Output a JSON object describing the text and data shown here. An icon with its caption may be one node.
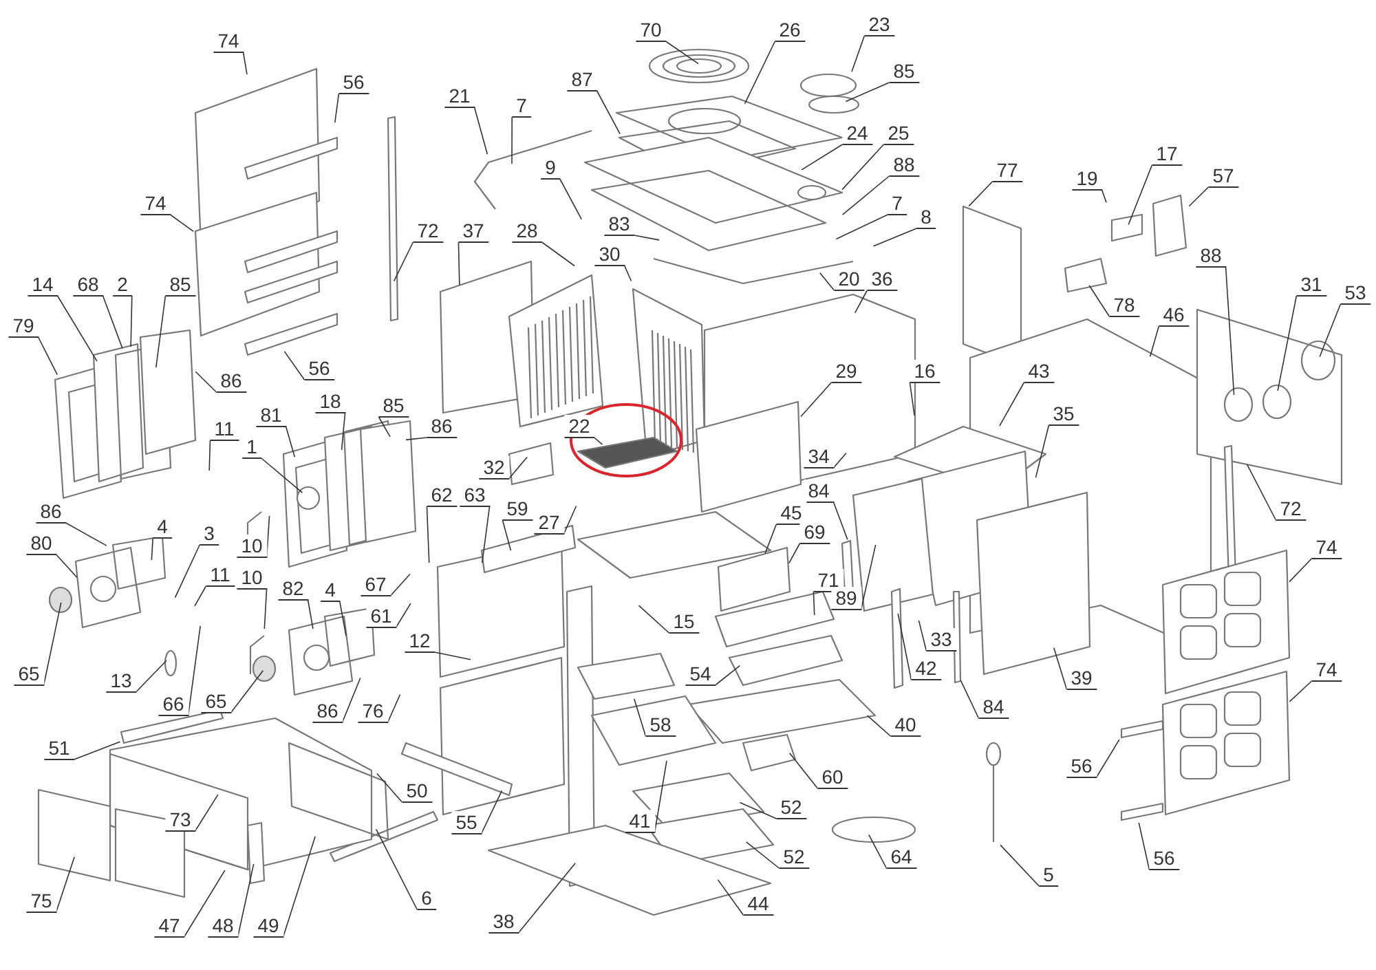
{
  "diagram": {
    "nodes": [
      {
        "text": [
          "23"
        ]
      },
      {
        "text": [
          "70"
        ]
      },
      {
        "text": [
          "26"
        ]
      },
      {
        "text": [
          "74"
        ]
      },
      {
        "text": [
          "85"
        ]
      },
      {
        "text": [
          "87"
        ]
      },
      {
        "text": [
          "56"
        ]
      },
      {
        "text": [
          "21"
        ]
      },
      {
        "text": [
          "7"
        ]
      },
      {
        "text": [
          "24"
        ]
      },
      {
        "text": [
          "25"
        ]
      },
      {
        "text": [
          "77"
        ]
      },
      {
        "text": [
          "88"
        ]
      },
      {
        "text": [
          "9"
        ]
      },
      {
        "text": [
          "19"
        ]
      },
      {
        "text": [
          "17"
        ]
      },
      {
        "text": [
          "57"
        ]
      },
      {
        "text": [
          "74"
        ]
      },
      {
        "text": [
          "7"
        ]
      },
      {
        "text": [
          "8"
        ]
      },
      {
        "text": [
          "83"
        ]
      },
      {
        "text": [
          "72"
        ]
      },
      {
        "text": [
          "37"
        ]
      },
      {
        "text": [
          "28"
        ]
      },
      {
        "text": [
          "30"
        ]
      },
      {
        "text": [
          "88"
        ]
      },
      {
        "text": [
          "20"
        ]
      },
      {
        "text": [
          "36"
        ]
      },
      {
        "text": [
          "31"
        ]
      },
      {
        "text": [
          "14"
        ]
      },
      {
        "text": [
          "68"
        ]
      },
      {
        "text": [
          "2"
        ]
      },
      {
        "text": [
          "85"
        ]
      },
      {
        "text": [
          "53"
        ]
      },
      {
        "text": [
          "78"
        ]
      },
      {
        "text": [
          "46"
        ]
      },
      {
        "text": [
          "79"
        ]
      },
      {
        "text": [
          "56"
        ]
      },
      {
        "text": [
          "86"
        ]
      },
      {
        "text": [
          "29"
        ]
      },
      {
        "text": [
          "16"
        ]
      },
      {
        "text": [
          "43"
        ]
      },
      {
        "text": [
          "18"
        ]
      },
      {
        "text": [
          "85"
        ]
      },
      {
        "text": [
          "35"
        ]
      },
      {
        "text": [
          "81"
        ]
      },
      {
        "text": [
          "86"
        ]
      },
      {
        "text": [
          "22"
        ]
      },
      {
        "text": [
          "11"
        ]
      },
      {
        "text": [
          "1"
        ]
      },
      {
        "text": [
          "34"
        ]
      },
      {
        "text": [
          "32"
        ]
      },
      {
        "text": [
          "84"
        ]
      },
      {
        "text": [
          "62"
        ]
      },
      {
        "text": [
          "63"
        ]
      },
      {
        "text": [
          "59"
        ]
      },
      {
        "text": [
          "72"
        ]
      },
      {
        "text": [
          "86"
        ]
      },
      {
        "text": [
          "45"
        ]
      },
      {
        "text": [
          "27"
        ]
      },
      {
        "text": [
          "4"
        ]
      },
      {
        "text": [
          "69"
        ]
      },
      {
        "text": [
          "3"
        ]
      },
      {
        "text": [
          "80"
        ]
      },
      {
        "text": [
          "10"
        ]
      },
      {
        "text": [
          "74"
        ]
      },
      {
        "text": [
          "11"
        ]
      },
      {
        "text": [
          "10"
        ]
      },
      {
        "text": [
          "71"
        ]
      },
      {
        "text": [
          "67"
        ]
      },
      {
        "text": [
          "82"
        ]
      },
      {
        "text": [
          "4"
        ]
      },
      {
        "text": [
          "89"
        ]
      },
      {
        "text": [
          "61"
        ]
      },
      {
        "text": [
          "15"
        ]
      },
      {
        "text": [
          "33"
        ]
      },
      {
        "text": [
          "12"
        ]
      },
      {
        "text": [
          "74"
        ]
      },
      {
        "text": [
          "42"
        ]
      },
      {
        "text": [
          "65"
        ]
      },
      {
        "text": [
          "54"
        ]
      },
      {
        "text": [
          "39"
        ]
      },
      {
        "text": [
          "13"
        ]
      },
      {
        "text": [
          "65"
        ]
      },
      {
        "text": [
          "66"
        ]
      },
      {
        "text": [
          "86"
        ]
      },
      {
        "text": [
          "76"
        ]
      },
      {
        "text": [
          "58"
        ]
      },
      {
        "text": [
          "40"
        ]
      },
      {
        "text": [
          "84"
        ]
      },
      {
        "text": [
          "51"
        ]
      },
      {
        "text": [
          "56"
        ]
      },
      {
        "text": [
          "60"
        ]
      },
      {
        "text": [
          "50"
        ]
      },
      {
        "text": [
          "52"
        ]
      },
      {
        "text": [
          "73"
        ]
      },
      {
        "text": [
          "41"
        ]
      },
      {
        "text": [
          "55"
        ]
      },
      {
        "text": [
          "52"
        ]
      },
      {
        "text": [
          "64"
        ]
      },
      {
        "text": [
          "56"
        ]
      },
      {
        "text": [
          "5"
        ]
      },
      {
        "text": [
          "6"
        ]
      },
      {
        "text": [
          "75"
        ]
      },
      {
        "text": [
          "44"
        ]
      },
      {
        "text": [
          "38"
        ]
      },
      {
        "text": [
          "47"
        ]
      },
      {
        "text": [
          "48"
        ]
      },
      {
        "text": [
          "49"
        ]
      }
    ],
    "edges": [
      {
        "from": 0,
        "to": null,
        "arrow": "none"
      },
      {
        "from": 1,
        "to": null,
        "arrow": "none"
      },
      {
        "from": 2,
        "to": null,
        "arrow": "none"
      },
      {
        "from": 3,
        "to": null,
        "arrow": "none"
      },
      {
        "from": 4,
        "to": null,
        "arrow": "none"
      },
      {
        "from": 5,
        "to": null,
        "arrow": "none"
      },
      {
        "from": 6,
        "to": null,
        "arrow": "none"
      },
      {
        "from": 7,
        "to": null,
        "arrow": "none"
      },
      {
        "from": 8,
        "to": null,
        "arrow": "none"
      },
      {
        "from": 9,
        "to": null,
        "arrow": "none"
      },
      {
        "from": 10,
        "to": null,
        "arrow": "none"
      },
      {
        "from": 11,
        "to": null,
        "arrow": "none"
      },
      {
        "from": 12,
        "to": null,
        "arrow": "none"
      },
      {
        "from": 13,
        "to": null,
        "arrow": "none"
      },
      {
        "from": 14,
        "to": null,
        "arrow": "none"
      },
      {
        "from": 15,
        "to": null,
        "arrow": "none"
      },
      {
        "from": 16,
        "to": null,
        "arrow": "none"
      },
      {
        "from": 17,
        "to": null,
        "arrow": "none"
      },
      {
        "from": 18,
        "to": null,
        "arrow": "none"
      },
      {
        "from": 19,
        "to": null,
        "arrow": "none"
      },
      {
        "from": 20,
        "to": null,
        "arrow": "none"
      },
      {
        "from": 21,
        "to": null,
        "arrow": "none"
      },
      {
        "from": 22,
        "to": null,
        "arrow": "none"
      },
      {
        "from": 23,
        "to": null,
        "arrow": "none"
      },
      {
        "from": 24,
        "to": null,
        "arrow": "none"
      },
      {
        "from": 25,
        "to": null,
        "arrow": "none"
      },
      {
        "from": 26,
        "to": null,
        "arrow": "none"
      },
      {
        "from": 27,
        "to": null,
        "arrow": "none"
      },
      {
        "from": 28,
        "to": null,
        "arrow": "none"
      },
      {
        "from": 29,
        "to": null,
        "arrow": "none"
      },
      {
        "from": 30,
        "to": null,
        "arrow": "none"
      },
      {
        "from": 31,
        "to": null,
        "arrow": "none"
      },
      {
        "from": 32,
        "to": null,
        "arrow": "none"
      },
      {
        "from": 33,
        "to": null,
        "arrow": "none"
      },
      {
        "from": 34,
        "to": null,
        "arrow": "none"
      },
      {
        "from": 35,
        "to": null,
        "arrow": "none"
      },
      {
        "from": 36,
        "to": null,
        "arrow": "none"
      },
      {
        "from": 37,
        "to": null,
        "arrow": "none"
      },
      {
        "from": 38,
        "to": null,
        "arrow": "none"
      },
      {
        "from": 39,
        "to": null,
        "arrow": "none"
      },
      {
        "from": 40,
        "to": null,
        "arrow": "none"
      },
      {
        "from": 41,
        "to": null,
        "arrow": "none"
      },
      {
        "from": 42,
        "to": null,
        "arrow": "none"
      },
      {
        "from": 43,
        "to": null,
        "arrow": "none"
      },
      {
        "from": 44,
        "to": null,
        "arrow": "none"
      },
      {
        "from": 45,
        "to": null,
        "arrow": "none"
      },
      {
        "from": 46,
        "to": null,
        "arrow": "none"
      },
      {
        "from": 47,
        "to": null,
        "arrow": "none"
      },
      {
        "from": 48,
        "to": null,
        "arrow": "none"
      },
      {
        "from": 49,
        "to": null,
        "arrow": "none"
      },
      {
        "from": 50,
        "to": null,
        "arrow": "none"
      },
      {
        "from": 51,
        "to": null,
        "arrow": "none"
      },
      {
        "from": 52,
        "to": null,
        "arrow": "none"
      },
      {
        "from": 53,
        "to": null,
        "arrow": "none"
      },
      {
        "from": 54,
        "to": null,
        "arrow": "none"
      },
      {
        "from": 55,
        "to": null,
        "arrow": "none"
      },
      {
        "from": 56,
        "to": null,
        "arrow": "none"
      },
      {
        "from": 57,
        "to": null,
        "arrow": "none"
      },
      {
        "from": 58,
        "to": null,
        "arrow": "none"
      },
      {
        "from": 59,
        "to": null,
        "arrow": "none"
      },
      {
        "from": 60,
        "to": null,
        "arrow": "none"
      },
      {
        "from": 61,
        "to": null,
        "arrow": "none"
      },
      {
        "from": 62,
        "to": null,
        "arrow": "none"
      },
      {
        "from": 63,
        "to": null,
        "arrow": "none"
      },
      {
        "from": 64,
        "to": null,
        "arrow": "none"
      },
      {
        "from": 65,
        "to": null,
        "arrow": "none"
      },
      {
        "from": 66,
        "to": null,
        "arrow": "none"
      },
      {
        "from": 67,
        "to": null,
        "arrow": "none"
      },
      {
        "from": 68,
        "to": null,
        "arrow": "none"
      },
      {
        "from": 69,
        "to": null,
        "arrow": "none"
      },
      {
        "from": 70,
        "to": null,
        "arrow": "none"
      },
      {
        "from": 71,
        "to": null,
        "arrow": "none"
      },
      {
        "from": 72,
        "to": null,
        "arrow": "none"
      },
      {
        "from": 73,
        "to": null,
        "arrow": "none"
      },
      {
        "from": 74,
        "to": null,
        "arrow": "none"
      },
      {
        "from": 75,
        "to": null,
        "arrow": "none"
      },
      {
        "from": 76,
        "to": null,
        "arrow": "none"
      },
      {
        "from": 77,
        "to": null,
        "arrow": "none"
      },
      {
        "from": 78,
        "to": null,
        "arrow": "none"
      },
      {
        "from": 79,
        "to": null,
        "arrow": "none"
      },
      {
        "from": 80,
        "to": null,
        "arrow": "none"
      },
      {
        "from": 81,
        "to": null,
        "arrow": "none"
      },
      {
        "from": 82,
        "to": null,
        "arrow": "none"
      },
      {
        "from": 83,
        "to": null,
        "arrow": "none"
      },
      {
        "from": 84,
        "to": null,
        "arrow": "none"
      },
      {
        "from": 85,
        "to": null,
        "arrow": "none"
      },
      {
        "from": 86,
        "to": null,
        "arrow": "none"
      },
      {
        "from": 87,
        "to": null,
        "arrow": "none"
      },
      {
        "from": 88,
        "to": null,
        "arrow": "none"
      },
      {
        "from": 89,
        "to": null,
        "arrow": "none"
      },
      {
        "from": 90,
        "to": null,
        "arrow": "none"
      },
      {
        "from": 91,
        "to": null,
        "arrow": "none"
      },
      {
        "from": 92,
        "to": null,
        "arrow": "none"
      },
      {
        "from": 93,
        "to": null,
        "arrow": "none"
      },
      {
        "from": 94,
        "to": null,
        "arrow": "none"
      },
      {
        "from": 95,
        "to": null,
        "arrow": "none"
      },
      {
        "from": 96,
        "to": null,
        "arrow": "none"
      },
      {
        "from": 97,
        "to": null,
        "arrow": "none"
      },
      {
        "from": 98,
        "to": null,
        "arrow": "none"
      },
      {
        "from": 99,
        "to": null,
        "arrow": "none"
      },
      {
        "from": 100,
        "to": null,
        "arrow": "none"
      },
      {
        "from": 101,
        "to": null,
        "arrow": "none"
      },
      {
        "from": 102,
        "to": null,
        "arrow": "none"
      },
      {
        "from": 103,
        "to": null,
        "arrow": "none"
      },
      {
        "from": 104,
        "to": null,
        "arrow": "none"
      },
      {
        "from": 105,
        "to": null,
        "arrow": "none"
      },
      {
        "from": 106,
        "to": null,
        "arrow": "none"
      },
      {
        "from": 107,
        "to": null,
        "arrow": "none"
      },
      {
        "from": 108,
        "to": null,
        "arrow": "none"
      }
    ]
  }
}
